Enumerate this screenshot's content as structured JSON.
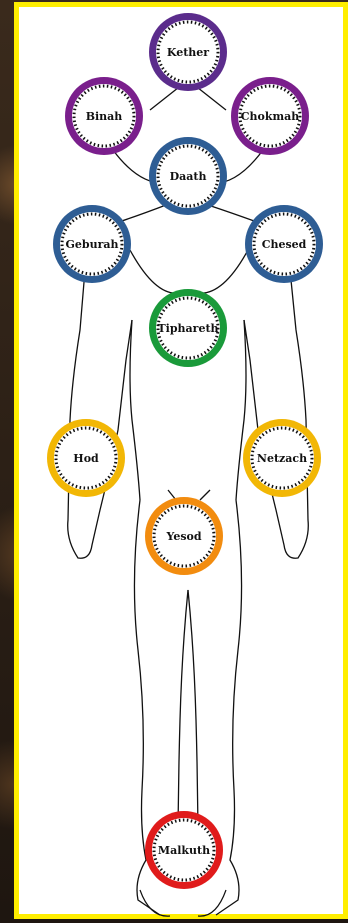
{
  "frame_color": "#ffee00",
  "sephiroth": [
    {
      "name": "Kether",
      "ring": "#5b2c8c"
    },
    {
      "name": "Binah",
      "ring": "#7a1f8c"
    },
    {
      "name": "Chokmah",
      "ring": "#7a1f8c"
    },
    {
      "name": "Daath",
      "ring": "#2e5d94"
    },
    {
      "name": "Geburah",
      "ring": "#2e5d94"
    },
    {
      "name": "Chesed",
      "ring": "#2e5d94"
    },
    {
      "name": "Tiphareth",
      "ring": "#1a9a3a"
    },
    {
      "name": "Hod",
      "ring": "#f2b705"
    },
    {
      "name": "Netzach",
      "ring": "#f2b705"
    },
    {
      "name": "Yesod",
      "ring": "#f28c0f"
    },
    {
      "name": "Malkuth",
      "ring": "#e01b1b"
    }
  ]
}
